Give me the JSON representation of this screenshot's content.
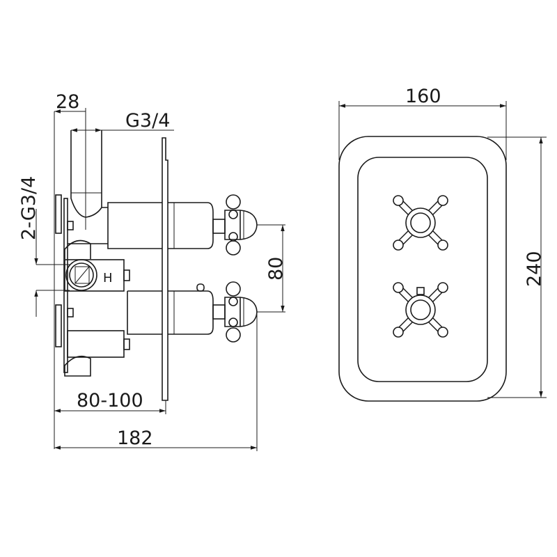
{
  "side_view": {
    "dims": {
      "pipe_offset": "28",
      "outlet_thread": "G3/4",
      "inlet_thread": "2-G3/4",
      "handle_spacing": "80",
      "wall_depth": "80-100",
      "total_depth": "182"
    },
    "hot_marker": "H"
  },
  "front_view": {
    "dims": {
      "width": "160",
      "height": "240"
    }
  },
  "colors": {
    "line": "#1a1a1a",
    "background": "#ffffff"
  }
}
